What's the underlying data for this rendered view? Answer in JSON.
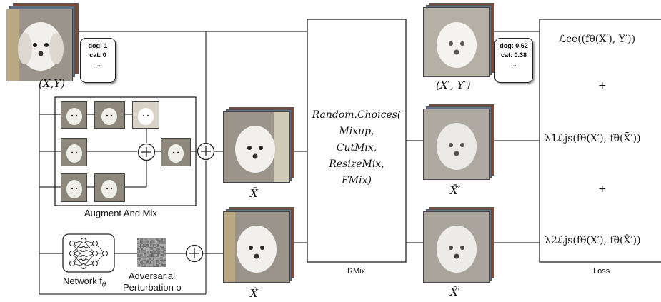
{
  "inputs": {
    "label_xy": "(X,Y)",
    "bubble_in": [
      "dog: 1",
      "cat: 0",
      "..."
    ],
    "bubble_out": [
      "dog: 0.62",
      "cat: 0.38",
      "..."
    ]
  },
  "augment": {
    "caption": "Augment And Mix"
  },
  "adversarial": {
    "network_label": "Network f",
    "network_sub": "θ",
    "perturbation_label_1": "Adversarial",
    "perturbation_label_2": "Perturbation σ"
  },
  "intermediate": {
    "x_bar": "X̄",
    "x_hat": "X̂"
  },
  "rmix": {
    "lines": [
      "Random.Choices(",
      "Mixup,",
      "CutMix,",
      "ResizeMix,",
      "FMix)"
    ],
    "caption": "RMix"
  },
  "outputs": {
    "label_xy_prime": "(X′, Y′)",
    "x_bar_prime": "X̄′",
    "x_hat_prime": "X̂′"
  },
  "loss": {
    "ce": "ℒce((fθ(X′), Y′))",
    "plus1": "+",
    "js1": "λ1ℒjs(fθ(X′), fθ(X̄′))",
    "plus2": "+",
    "js2": "λ2ℒjs(fθ(X′), fθ(X̂′))",
    "caption": "Loss"
  }
}
